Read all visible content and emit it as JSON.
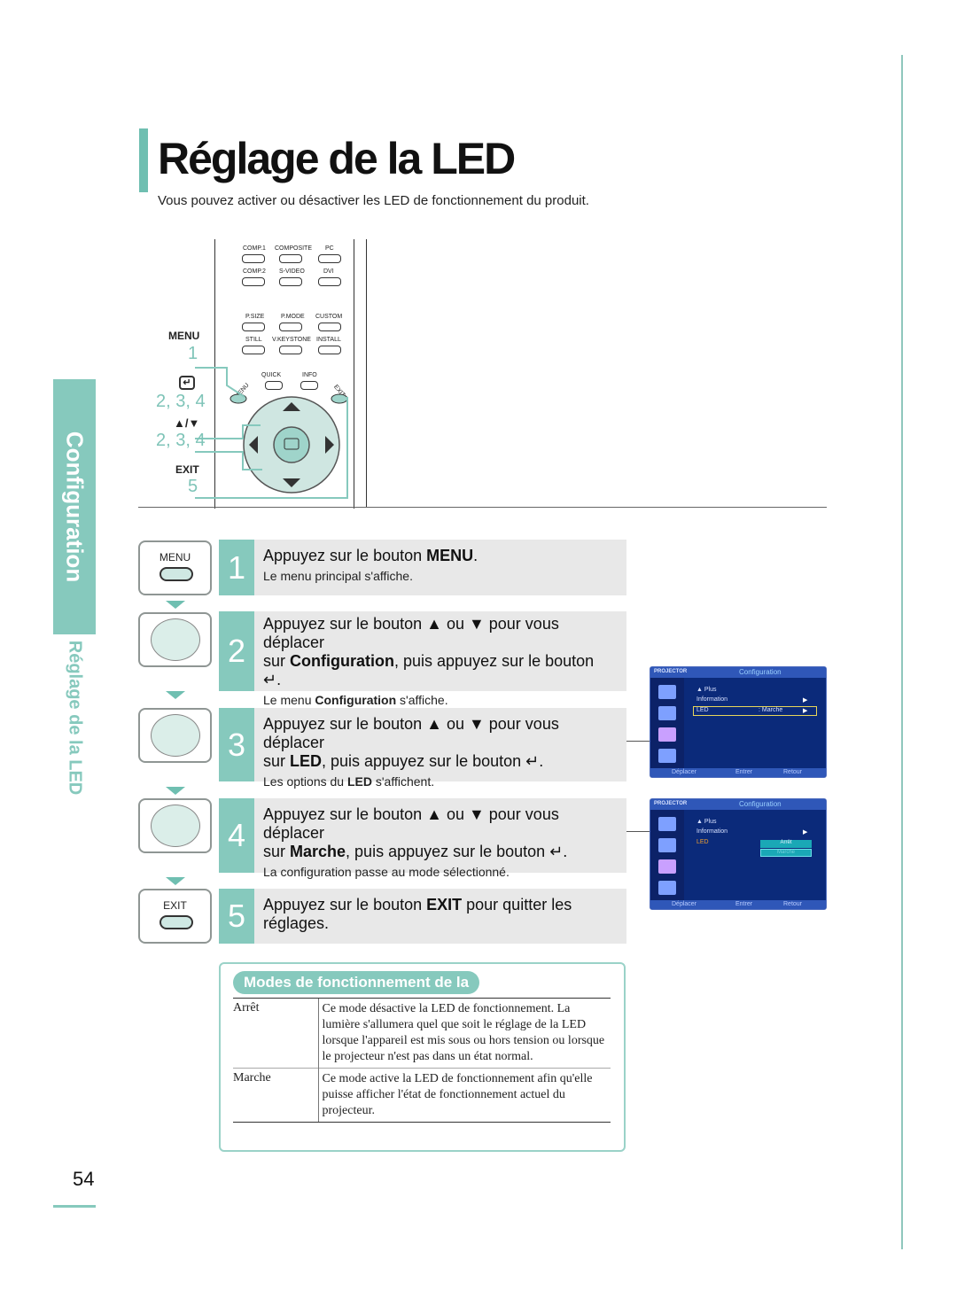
{
  "header": {
    "title": "Réglage de la LED",
    "subtitle": "Vous pouvez activer ou désactiver les LED de fonctionnement du produit."
  },
  "side_tab": {
    "section": "Configuration",
    "page": "Réglage de la LED"
  },
  "remote": {
    "buttons": {
      "comp1": "COMP.1",
      "composite": "COMPOSITE",
      "pc": "PC",
      "comp2": "COMP.2",
      "svideo": "S-VIDEO",
      "dvi": "DVI",
      "psize": "P.SIZE",
      "pmode": "P.MODE",
      "custom": "CUSTOM",
      "still": "STILL",
      "vkeystone": "V.KEYSTONE",
      "install": "INSTALL",
      "quick": "QUICK",
      "info": "INFO",
      "menu_arc": "MENU",
      "exit_arc": "EXIT"
    },
    "labels": {
      "menu": "MENU",
      "step1": "1",
      "steps234_a": "2, 3, 4",
      "arrows": "▲/▼",
      "steps234_b": "2, 3, 4",
      "exit": "EXIT",
      "step5": "5"
    }
  },
  "steps": [
    {
      "num": "1",
      "icon_label": "MENU",
      "main_pre": "Appuyez sur le bouton ",
      "main_bold": "MENU",
      "main_post": ".",
      "sub": "Le menu principal s'affiche."
    },
    {
      "num": "2",
      "line1": "Appuyez sur le bouton ▲ ou ▼ pour vous déplacer",
      "line2_pre": "sur ",
      "line2_bold": "Configuration",
      "line2_post": ", puis appuyez sur le bouton",
      "line3": "↵.",
      "sub_pre": "Le menu ",
      "sub_bold": "Configuration",
      "sub_post": " s'affiche."
    },
    {
      "num": "3",
      "line1": "Appuyez sur le bouton ▲ ou ▼ pour vous déplacer",
      "line2_pre": "sur ",
      "line2_bold": "LED",
      "line2_post": ", puis appuyez sur le bouton ↵.",
      "sub_pre": "Les options du ",
      "sub_bold": "LED",
      "sub_post": " s'affichent."
    },
    {
      "num": "4",
      "line1": "Appuyez sur le bouton ▲ ou ▼ pour vous déplacer",
      "line2_pre": "sur ",
      "line2_bold": "Marche",
      "line2_post": ", puis appuyez sur le bouton ↵.",
      "sub": "La configuration passe au mode sélectionné."
    },
    {
      "num": "5",
      "icon_label": "EXIT",
      "line1_pre": "Appuyez sur le bouton ",
      "line1_bold": "EXIT",
      "line1_post": " pour quitter les",
      "line2": "réglages."
    }
  ],
  "osd": {
    "brand": "PROJECTOR",
    "title": "Configuration",
    "items": [
      "▲ Plus",
      "Information",
      "LED"
    ],
    "led_value": ": Marche",
    "option_off": "Arrêt",
    "option_on": "Marche",
    "nav_move": "Déplacer",
    "nav_enter": "Entrer",
    "nav_back": "Retour",
    "colors": {
      "bg": "#0b2a7a",
      "bar": "#2f57b8",
      "highlight": "#e7d65a",
      "led_active": "#f0a030"
    }
  },
  "modes": {
    "title": "Modes de fonctionnement de la LED",
    "rows": [
      {
        "term": "Arrêt",
        "desc": "Ce mode désactive la LED de fonctionnement. La lumière s'allumera quel que soit le réglage de la LED lorsque l'appareil est mis sous ou hors tension ou lorsque le projecteur n'est pas dans un état normal."
      },
      {
        "term": "Marche",
        "desc": "Ce mode active la LED de fonctionnement afin qu'elle puisse afficher l'état de fonctionnement actuel du projecteur."
      }
    ]
  },
  "page_number": "54",
  "accent_color": "#86c9bd"
}
